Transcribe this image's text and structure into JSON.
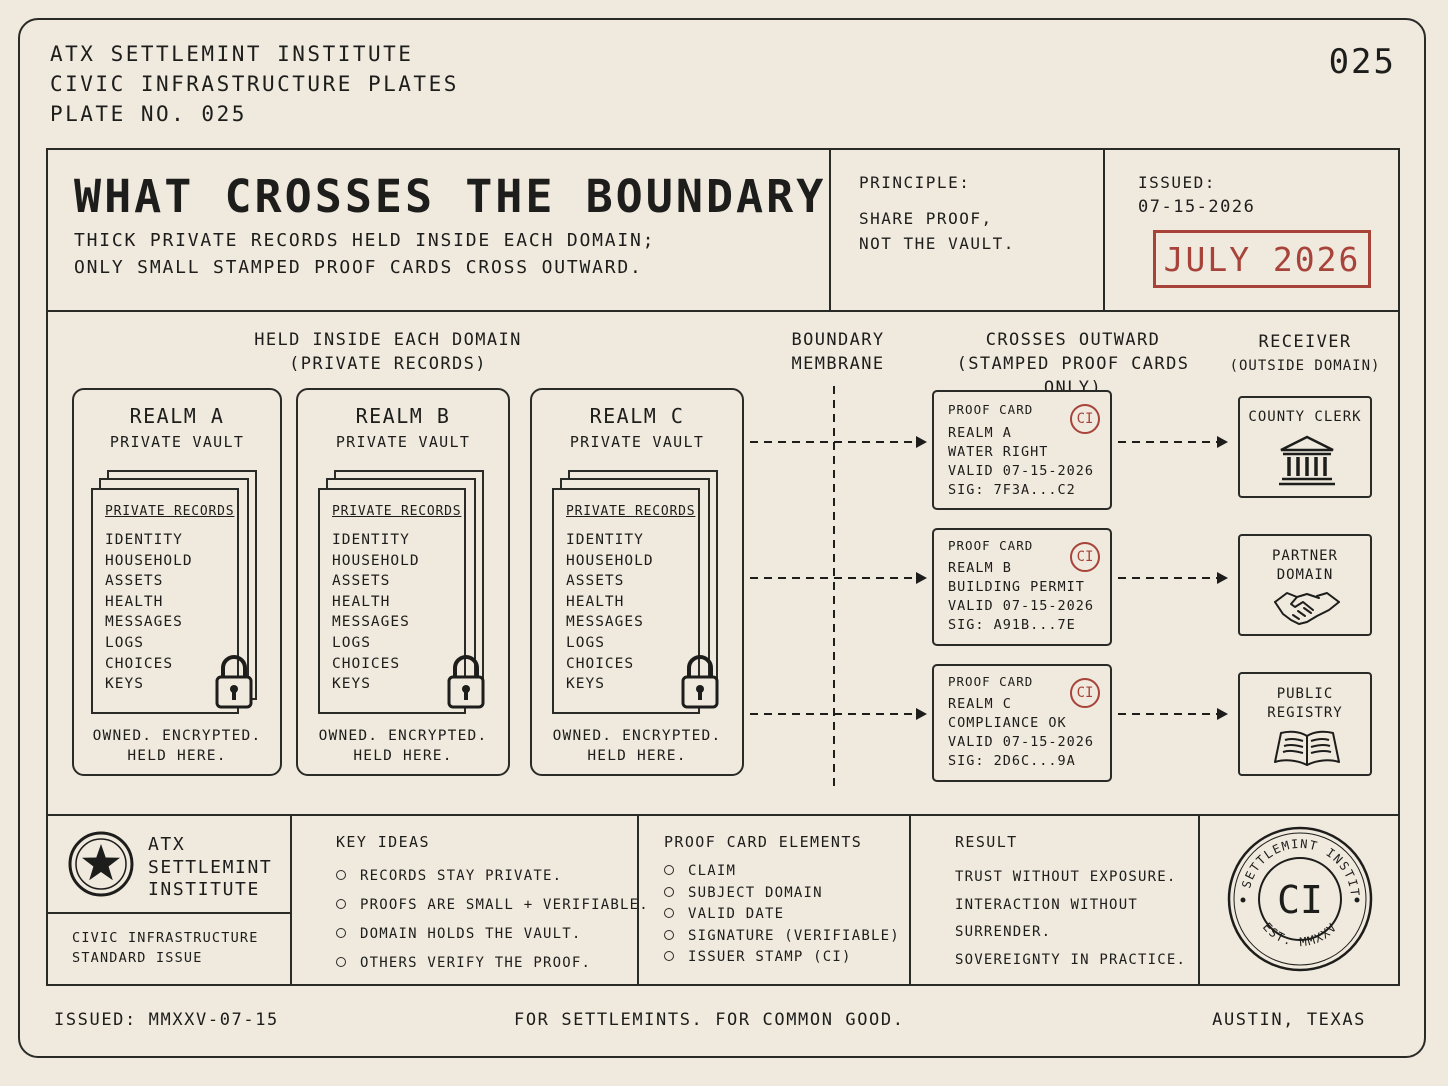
{
  "header": {
    "institute_lines": [
      "ATX SETTLEMINT INSTITUTE",
      "CIVIC INFRASTRUCTURE PLATES",
      "PLATE NO. 025"
    ],
    "plate_number": "025"
  },
  "title_panel": {
    "title": "WHAT CROSSES THE BOUNDARY",
    "subtitle_lines": [
      "THICK PRIVATE RECORDS HELD INSIDE EACH DOMAIN;",
      "ONLY SMALL STAMPED PROOF CARDS CROSS OUTWARD."
    ],
    "principle_label": "PRINCIPLE:",
    "principle_lines": [
      "SHARE PROOF,",
      "NOT THE VAULT."
    ],
    "issued_label": "ISSUED:",
    "issued_date": "07-15-2026",
    "stamp_text": "JULY 2026"
  },
  "diagram": {
    "held_heading": [
      "HELD INSIDE EACH DOMAIN",
      "(PRIVATE RECORDS)"
    ],
    "boundary_heading": [
      "BOUNDARY",
      "MEMBRANE"
    ],
    "crosses_heading": [
      "CROSSES OUTWARD",
      "(STAMPED PROOF CARDS ONLY)"
    ],
    "receiver_heading": [
      "RECEIVER",
      "(OUTSIDE DOMAIN)"
    ],
    "realms": [
      {
        "title": "REALM A",
        "subtitle": "PRIVATE VAULT"
      },
      {
        "title": "REALM B",
        "subtitle": "PRIVATE VAULT"
      },
      {
        "title": "REALM C",
        "subtitle": "PRIVATE VAULT"
      }
    ],
    "records_heading": "PRIVATE RECORDS",
    "records": [
      "IDENTITY",
      "HOUSEHOLD",
      "ASSETS",
      "HEALTH",
      "MESSAGES",
      "LOGS",
      "CHOICES",
      "KEYS"
    ],
    "owned_lines": [
      "OWNED. ENCRYPTED.",
      "HELD HERE."
    ],
    "proof_cards": [
      {
        "label": "PROOF CARD",
        "badge": "CI",
        "realm": "REALM A",
        "claim": "WATER RIGHT",
        "valid": "VALID 07-15-2026",
        "sig": "SIG: 7F3A...C2"
      },
      {
        "label": "PROOF CARD",
        "badge": "CI",
        "realm": "REALM B",
        "claim": "BUILDING PERMIT",
        "valid": "VALID 07-15-2026",
        "sig": "SIG: A91B...7E"
      },
      {
        "label": "PROOF CARD",
        "badge": "CI",
        "realm": "REALM C",
        "claim": "COMPLIANCE OK",
        "valid": "VALID 07-15-2026",
        "sig": "SIG: 2D6C...9A"
      }
    ],
    "receivers": [
      {
        "lines": [
          "COUNTY CLERK"
        ],
        "icon": "courthouse-icon"
      },
      {
        "lines": [
          "PARTNER",
          "DOMAIN"
        ],
        "icon": "handshake-icon"
      },
      {
        "lines": [
          "PUBLIC",
          "REGISTRY"
        ],
        "icon": "open-book-icon"
      }
    ]
  },
  "footer": {
    "org_name_lines": [
      "ATX",
      "SETTLEMINT",
      "INSTITUTE"
    ],
    "standard_lines": [
      "CIVIC INFRASTRUCTURE",
      "STANDARD ISSUE"
    ],
    "key_ideas_heading": "KEY IDEAS",
    "key_ideas": [
      "RECORDS STAY PRIVATE.",
      "PROOFS ARE SMALL + VERIFIABLE.",
      "DOMAIN HOLDS THE VAULT.",
      "OTHERS VERIFY THE PROOF."
    ],
    "elements_heading": "PROOF CARD ELEMENTS",
    "elements": [
      "CLAIM",
      "SUBJECT DOMAIN",
      "VALID DATE",
      "SIGNATURE (VERIFIABLE)",
      "ISSUER STAMP (CI)"
    ],
    "result_heading": "RESULT",
    "result_lines": [
      "TRUST WITHOUT EXPOSURE.",
      "INTERACTION WITHOUT",
      "SURRENDER.",
      "SOVEREIGNTY IN PRACTICE."
    ],
    "seal": {
      "center": "CI",
      "ring_text": "ATX SETTLEMINT INSTITUTE",
      "bottom_text": "EST. MMXXV"
    }
  },
  "bottom": {
    "issued": "ISSUED: MMXXV-07-15",
    "motto": "FOR SETTLEMINTS. FOR COMMON GOOD.",
    "location": "AUSTIN, TEXAS"
  },
  "colors": {
    "paper": "#efe9de",
    "ink": "#1d1d1b",
    "stamp_red": "#a8433a"
  }
}
